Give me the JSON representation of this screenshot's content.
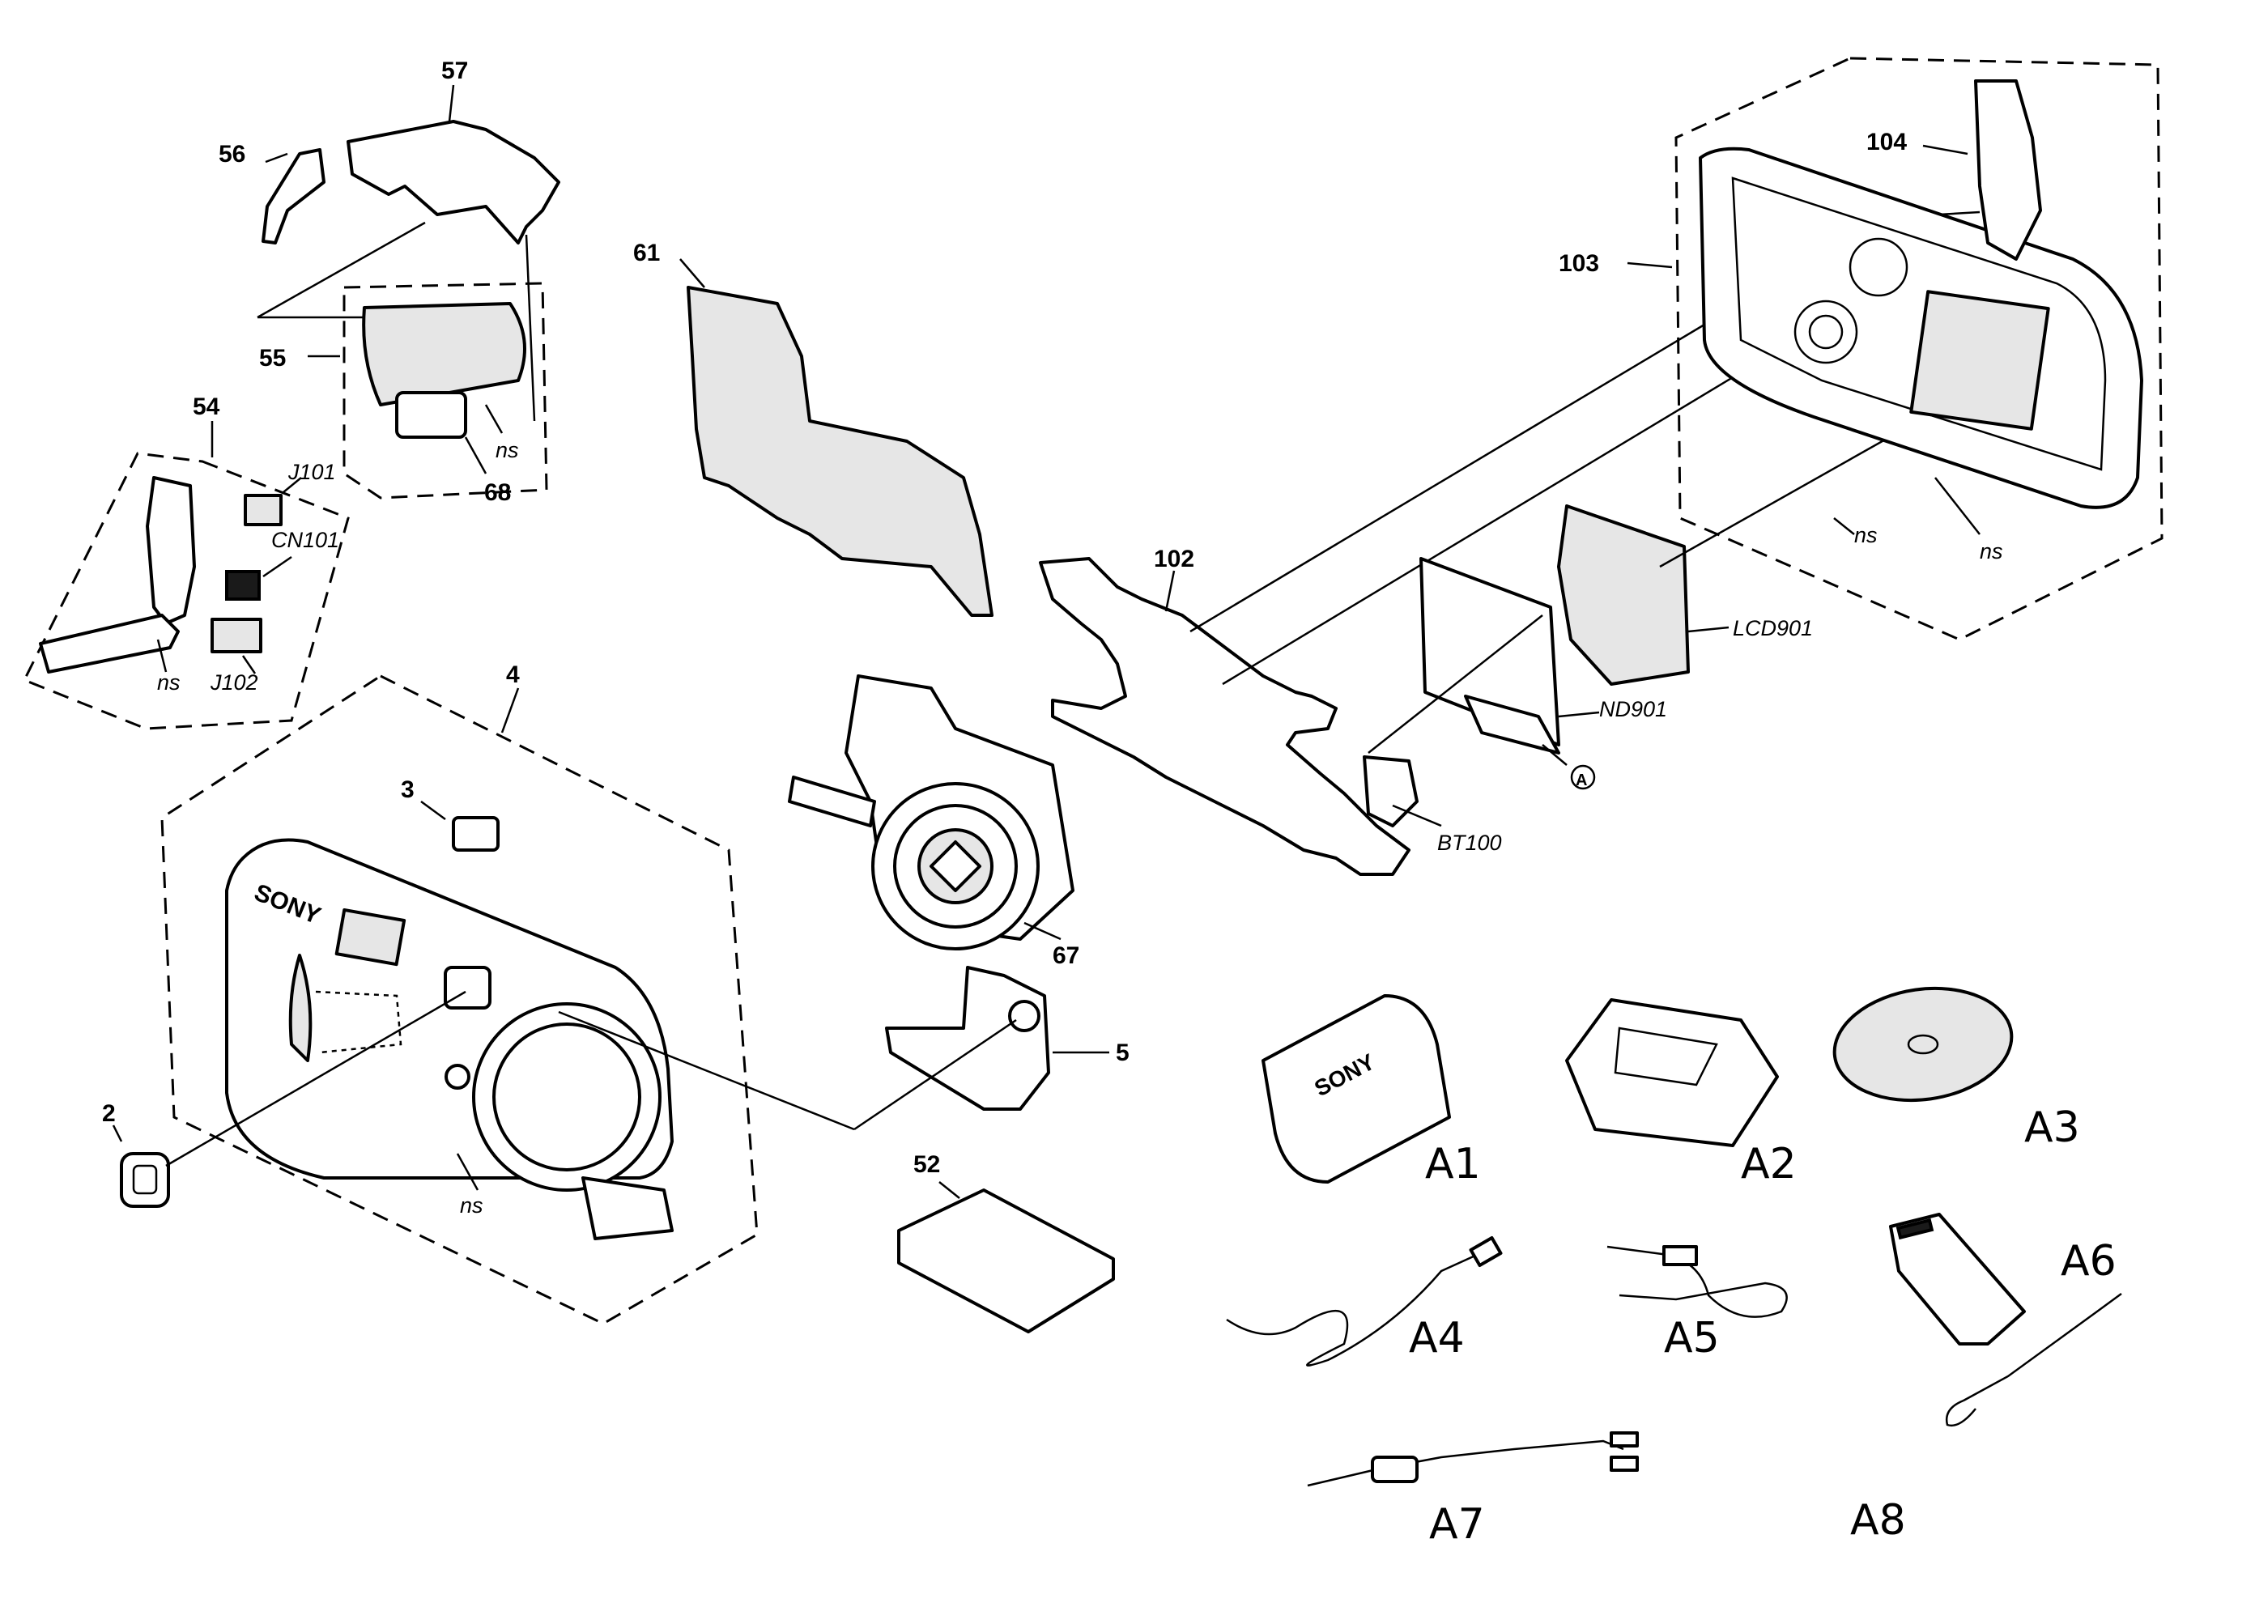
{
  "labels": {
    "p2": "2",
    "p3": "3",
    "p4": "4",
    "p5": "5",
    "p52": "52",
    "p54": "54",
    "p55": "55",
    "p56": "56",
    "p57": "57",
    "p61": "61",
    "p67": "67",
    "p68": "68",
    "p102": "102",
    "p103": "103",
    "p104": "104",
    "j101": "J101",
    "cn101": "CN101",
    "j102": "J102",
    "ns_54": "ns",
    "ns_55": "ns",
    "ns_4": "ns",
    "ns_103a": "ns",
    "ns_103b": "ns",
    "lcd901": "LCD901",
    "nd901": "ND901",
    "bt100": "BT100",
    "ref_a": "A",
    "brand_front": "SONY",
    "brand_battery": "SONY"
  },
  "accessories": {
    "a1": "A1",
    "a2": "A2",
    "a3": "A3",
    "a4": "A4",
    "a5": "A5",
    "a6": "A6",
    "a7": "A7",
    "a8": "A8"
  }
}
